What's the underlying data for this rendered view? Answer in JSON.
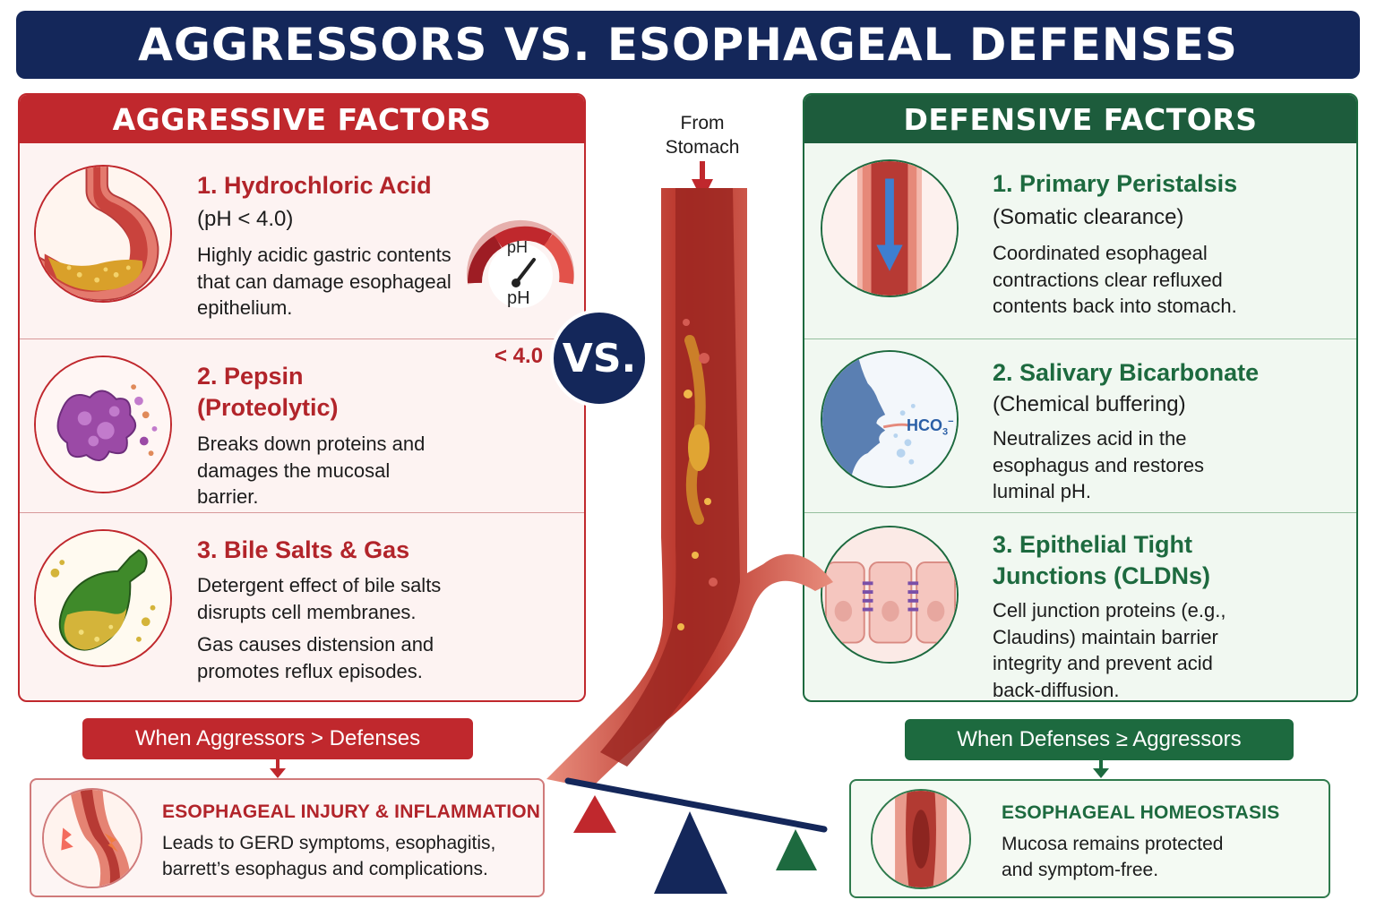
{
  "title": "AGGRESSORS VS. ESOPHAGEAL DEFENSES",
  "vs_label": "VS.",
  "center": {
    "from_label_line1": "From",
    "from_label_line2": "Stomach"
  },
  "aggressive": {
    "header": "AGGRESSIVE FACTORS",
    "items": [
      {
        "title": "1. Hydrochloric Acid",
        "subtitle": "(pH < 4.0)",
        "desc": [
          "Highly acidic gastric contents",
          "that can damage esophageal",
          "epithelium."
        ],
        "gauge": {
          "label_top": "pH",
          "label_mid": "pH",
          "value_label": "< 4.0"
        }
      },
      {
        "title_line1": "2. Pepsin",
        "title_line2": "(Proteolytic)",
        "desc": [
          "Breaks down proteins and",
          "damages the mucosal",
          "barrier."
        ]
      },
      {
        "title": "3. Bile Salts & Gas",
        "desc": [
          "Detergent effect of bile salts",
          "disrupts cell membranes."
        ],
        "desc2": [
          "Gas causes distension and",
          "promotes reflux episodes."
        ]
      }
    ],
    "outcome_pill": "When Aggressors > Defenses",
    "outcome_title": "ESOPHAGEAL INJURY & INFLAMMATION",
    "outcome_desc": [
      "Leads to GERD symptoms, esophagitis,",
      "barrett’s esophagus and complications."
    ]
  },
  "defensive": {
    "header": "DEFENSIVE FACTORS",
    "items": [
      {
        "title": "1. Primary Peristalsis",
        "subtitle": "(Somatic clearance)",
        "desc": [
          "Coordinated esophageal",
          "contractions clear refluxed",
          "contents back into stomach."
        ]
      },
      {
        "title": "2. Salivary Bicarbonate",
        "subtitle": "(Chemical buffering)",
        "desc": [
          "Neutralizes acid in the",
          "esophagus and restores",
          "luminal pH."
        ],
        "icon_label": "HCO",
        "icon_label_sub": "3",
        "icon_label_sup": "−"
      },
      {
        "title_line1": "3. Epithelial Tight",
        "title_line2": "Junctions (CLDNs)",
        "desc": [
          "Cell junction proteins (e.g.,",
          "Claudins) maintain barrier",
          "integrity and prevent acid",
          "back-diffusion."
        ]
      }
    ],
    "outcome_pill": "When Defenses ≥ Aggressors",
    "outcome_title": "ESOPHAGEAL HOMEOSTASIS",
    "outcome_desc": [
      "Mucosa remains protected",
      "and symptom-free."
    ]
  },
  "colors": {
    "navy": "#14275a",
    "aggressive_red": "#c0282d",
    "defensive_green": "#1d6a3f"
  },
  "icons": [
    "stomach-acid-icon",
    "ph-gauge-icon",
    "pepsin-molecule-icon",
    "gallbladder-bile-icon",
    "peristalsis-icon",
    "saliva-bicarbonate-icon",
    "tight-junction-icon",
    "inflamed-esophagus-icon",
    "healthy-esophagus-icon",
    "balance-scale-icon"
  ]
}
